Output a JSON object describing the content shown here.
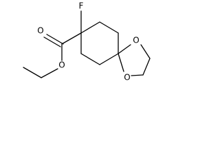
{
  "molecule": {
    "atoms": {
      "fluorine": "F",
      "carbonyl_oxygen": "O",
      "ester_oxygen": "O",
      "ketal_oxygen_upper": "O",
      "ketal_oxygen_lower": "O"
    }
  }
}
